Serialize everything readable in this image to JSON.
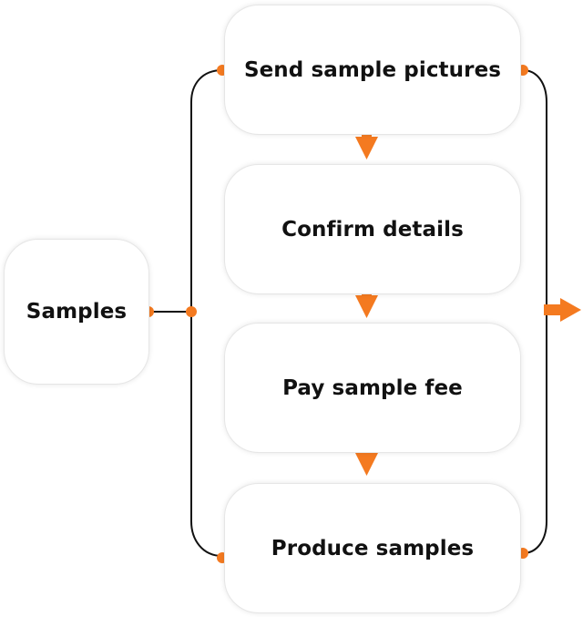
{
  "colors": {
    "accent": "#f47a20",
    "line": "#111111",
    "box_border": "#e6e6e6"
  },
  "nodes": {
    "samples": "Samples",
    "send_pictures": "Send sample pictures",
    "confirm_details": "Confirm details",
    "pay_fee": "Pay sample fee",
    "produce_samples": "Produce samples"
  },
  "arrows": {
    "down_arrow_icon": "down-arrow-icon",
    "right_arrow_icon": "right-arrow-icon"
  }
}
